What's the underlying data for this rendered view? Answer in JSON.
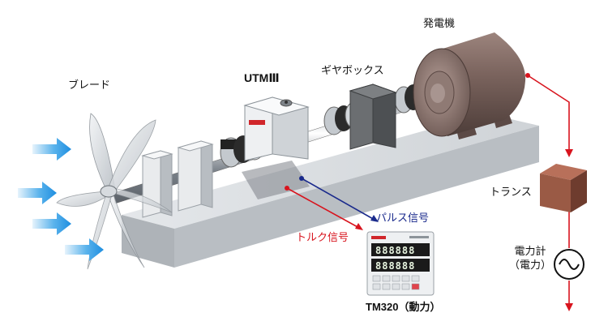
{
  "labels": {
    "blade": "ブレード",
    "sensor": "UTMⅢ",
    "gearbox": "ギヤボックス",
    "generator": "発電機",
    "transformer": "トランス",
    "wattmeter_line1": "電力計",
    "wattmeter_line2": "（電力）",
    "pulse_signal": "パルス信号",
    "torque_signal": "トルク信号",
    "display_unit": "TM320（動力）"
  },
  "colors": {
    "wind_arrow": "#1e8ee0",
    "torque_line": "#d8141e",
    "pulse_line": "#1a2a8c",
    "generator_body": "#8a716b",
    "transformer_box": "#9a5a45",
    "bed": "#c9cdd2"
  },
  "icons": {
    "wind": "wind-arrow-icon",
    "ac_source": "ac-wave-icon"
  }
}
